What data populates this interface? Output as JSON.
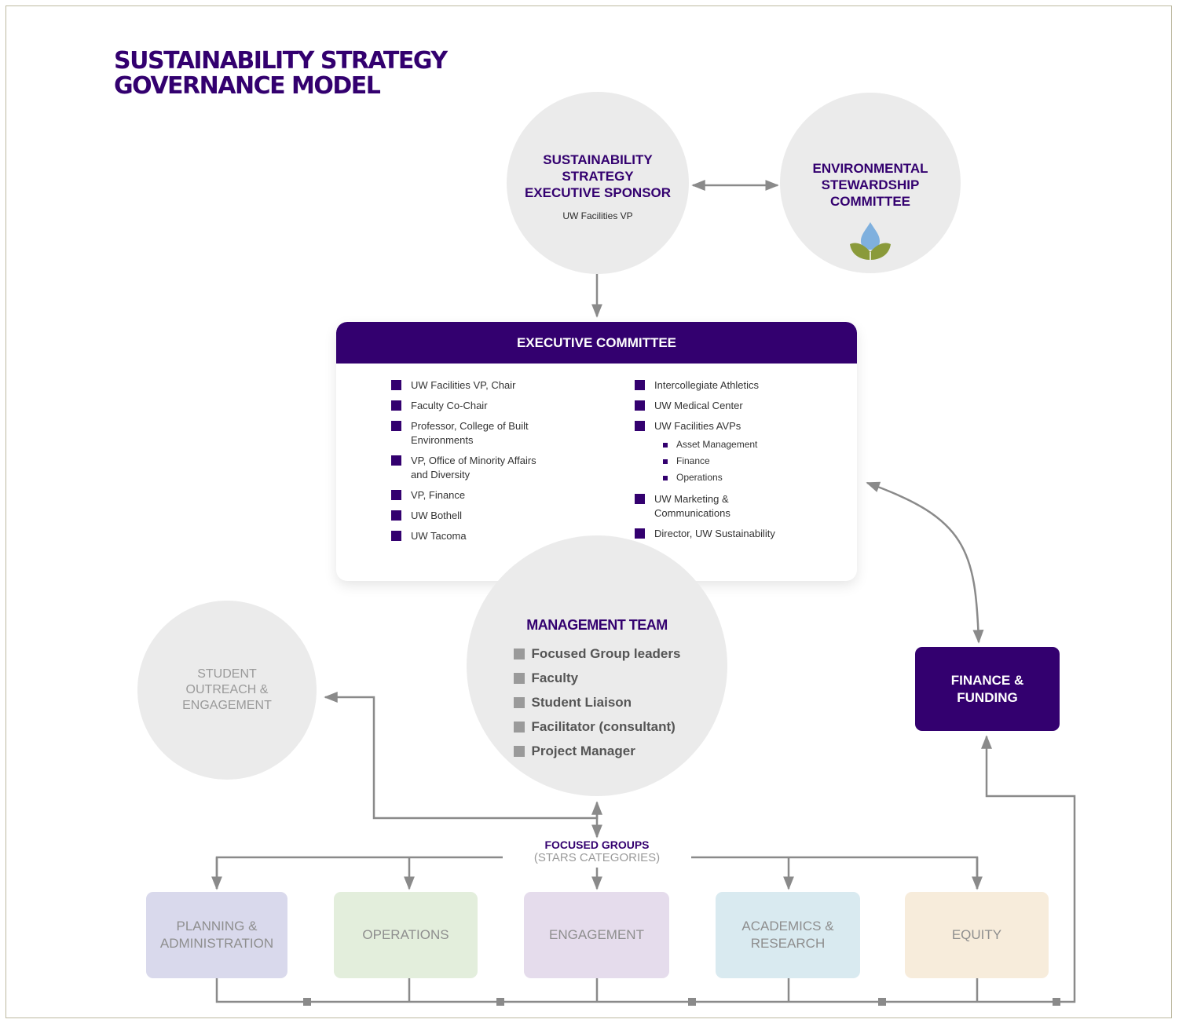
{
  "title": {
    "line1": "SUSTAINABILITY STRATEGY",
    "line2": "GOVERNANCE MODEL"
  },
  "exec_sponsor": {
    "heading": "SUSTAINABILITY STRATEGY EXECUTIVE SPONSOR",
    "subtitle": "UW Facilities VP"
  },
  "env_committee": {
    "heading": "ENVIRONMENTAL STEWARDSHIP COMMITTEE",
    "logo_icon": "water-drop-leaves-icon",
    "logo_colors": {
      "drop": "#7fb0de",
      "leaves": "#8a9a3a"
    }
  },
  "executive_committee": {
    "heading": "EXECUTIVE COMMITTEE",
    "left_items": [
      "UW Facilities VP, Chair",
      "Faculty Co-Chair",
      "Professor, College of Built Environments",
      "VP, Office of Minority Affairs and Diversity",
      "VP, Finance",
      "UW Bothell",
      "UW Tacoma"
    ],
    "right_items": [
      "Intercollegiate Athletics",
      "UW Medical Center",
      "UW Facilities AVPs",
      "UW Marketing & Communications",
      "Director, UW Sustainability"
    ],
    "avp_subitems": [
      "Asset Management",
      "Finance",
      "Operations"
    ]
  },
  "management_team": {
    "heading": "MANAGEMENT TEAM",
    "items": [
      "Focused Group leaders",
      "Faculty",
      "Student Liaison",
      "Facilitator (consultant)",
      "Project Manager"
    ]
  },
  "student_outreach": {
    "label": "STUDENT OUTREACH & ENGAGEMENT"
  },
  "finance": {
    "label": "FINANCE & FUNDING"
  },
  "focused_groups": {
    "title": "FOCUSED GROUPS",
    "subtitle": "(STARS CATEGORIES)"
  },
  "categories": [
    {
      "label": "PLANNING & ADMINISTRATION",
      "color": "#d9d9ec"
    },
    {
      "label": "OPERATIONS",
      "color": "#e3eedc"
    },
    {
      "label": "ENGAGEMENT",
      "color": "#e5dcec"
    },
    {
      "label": "ACADEMICS & RESEARCH",
      "color": "#d9eaf0"
    },
    {
      "label": "EQUITY",
      "color": "#f7ecdb"
    }
  ],
  "colors": {
    "brand_purple": "#33006f",
    "circle_grey": "#ebebeb",
    "connector_grey": "#8a8a8a"
  }
}
